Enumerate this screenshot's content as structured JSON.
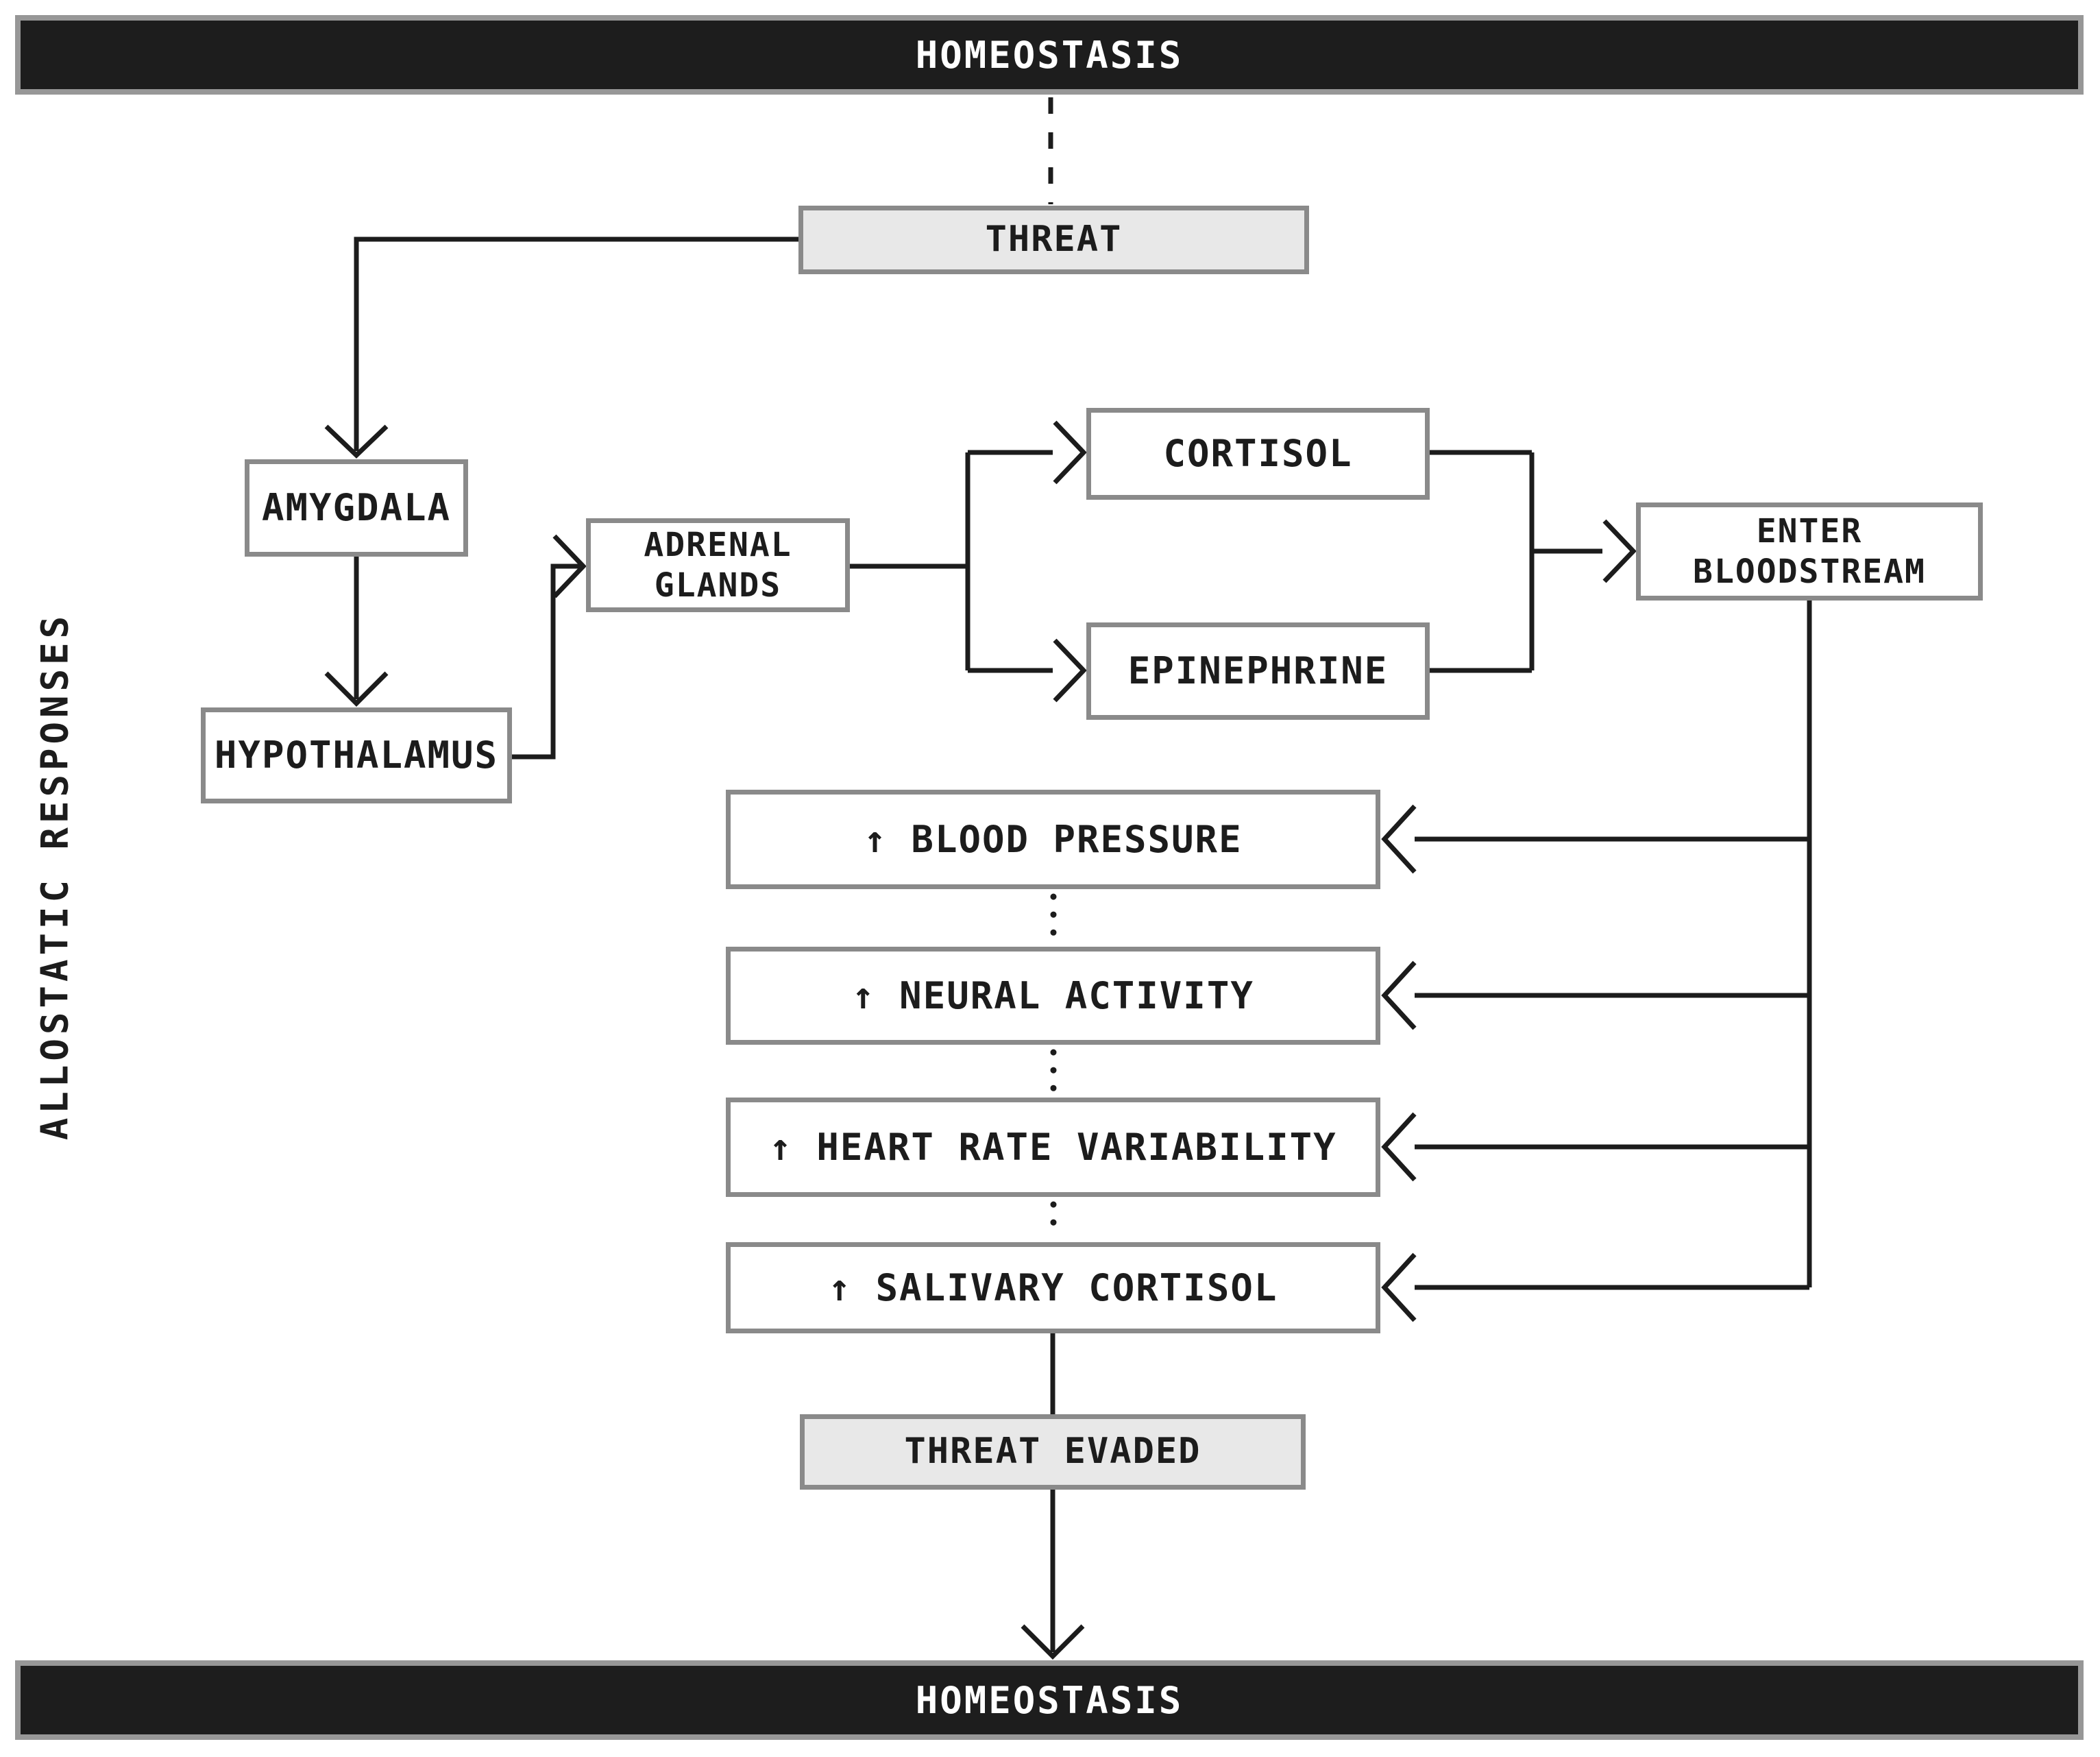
{
  "title_bars": {
    "top": "HOMEOSTASIS",
    "bottom": "HOMEOSTASIS"
  },
  "side_label": "ALLOSTATIC RESPONSES",
  "nodes": {
    "threat": {
      "label": "THREAT"
    },
    "amygdala": {
      "label": "AMYGDALA"
    },
    "hypothalamus": {
      "label": "HYPOTHALAMUS"
    },
    "adrenal_glands": {
      "label": "ADRENAL\nGLANDS"
    },
    "cortisol": {
      "label": "CORTISOL"
    },
    "epinephrine": {
      "label": "EPINEPHRINE"
    },
    "enter_bloodstream": {
      "label": "ENTER\nBLOODSTREAM"
    },
    "blood_pressure": {
      "label": "↑ BLOOD PRESSURE"
    },
    "neural_activity": {
      "label": "↑ NEURAL ACTIVITY"
    },
    "heart_rate_variability": {
      "label": "↑ HEART RATE VARIABILITY"
    },
    "salivary_cortisol": {
      "label": "↑ SALIVARY CORTISOL"
    },
    "threat_evaded": {
      "label": "THREAT EVADED"
    }
  },
  "colors": {
    "background": "#ffffff",
    "bar_background": "#1d1d1d",
    "bar_text": "#ffffff",
    "box_border": "#8a8a8a",
    "shaded_box_fill": "#e8e8e8",
    "line": "#1c1c1c",
    "text": "#1c1c1c"
  }
}
